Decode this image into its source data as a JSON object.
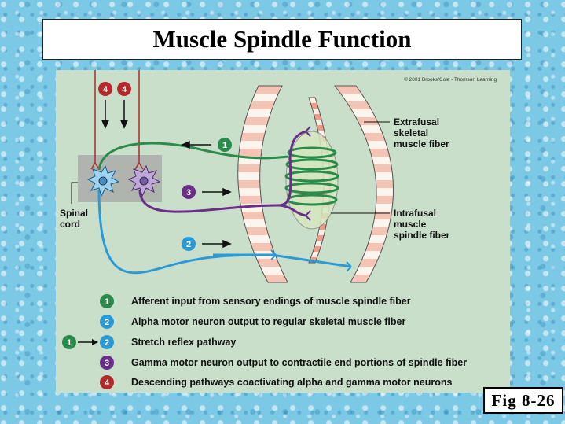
{
  "title": "Muscle Spindle Function",
  "copyright": "© 2001 Brooks/Cole - Thomson Learning",
  "labels": {
    "extrafusal": [
      "Extrafusal",
      "skeletal",
      "muscle fiber"
    ],
    "intrafusal": [
      "Intrafusal",
      "muscle",
      "spindle fiber"
    ],
    "spinal_cord": [
      "Spinal",
      "cord"
    ]
  },
  "markers": {
    "one": "1",
    "two": "2",
    "three": "3",
    "four": "4"
  },
  "legend": [
    {
      "numbers": [
        "1"
      ],
      "text": "Afferent input from sensory endings of muscle spindle fiber",
      "color": "#2a8c4a"
    },
    {
      "numbers": [
        "2"
      ],
      "text": "Alpha motor neuron output to regular skeletal muscle fiber",
      "color": "#2a9ad6"
    },
    {
      "numbers": [
        "1",
        "2"
      ],
      "text": "Stretch reflex pathway",
      "color": "#2a9ad6"
    },
    {
      "numbers": [
        "3"
      ],
      "text": "Gamma motor neuron output to contractile end portions of spindle fiber",
      "color": "#6a2d8a"
    },
    {
      "numbers": [
        "4"
      ],
      "text": "Descending pathways coactivating alpha and gamma motor neurons",
      "color": "#b32a2a"
    }
  ],
  "figure_label": "Fig 8-26",
  "colors": {
    "green": "#2a8c4a",
    "blue": "#2a9ad6",
    "purple": "#6a2d8a",
    "red": "#b32a2a",
    "fiber_pink": "#f4c0b0",
    "background": "#c9dfc9"
  }
}
